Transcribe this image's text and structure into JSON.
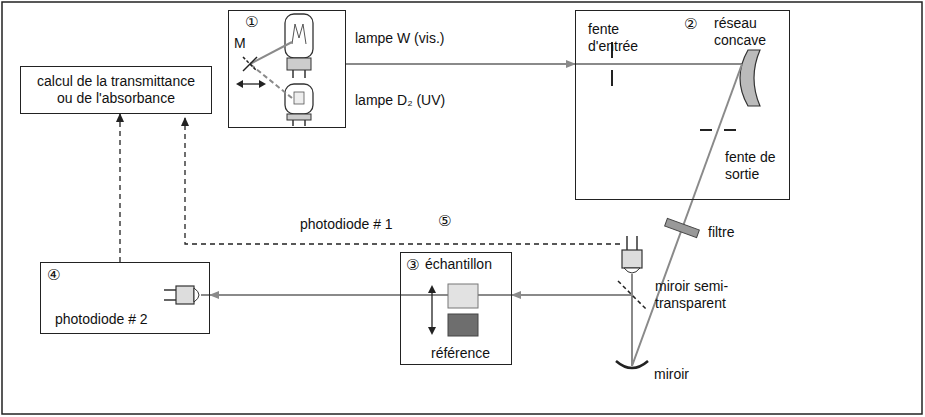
{
  "diagram": {
    "nodes": [
      {
        "text": [
          "①",
          "M"
        ]
      },
      {
        "text": [
          "fente d'entrée",
          "②",
          "réseau concave",
          "fente de sortie"
        ]
      },
      {
        "text": [
          "calcul de la transmittance ou de l'absorbance"
        ]
      },
      {
        "text": [
          "③",
          "échantillon",
          "référence"
        ]
      },
      {
        "text": [
          "④",
          "photodiode # 2"
        ]
      }
    ],
    "edges": [
      {
        "from": 0,
        "to": 1,
        "arrow": "to"
      },
      {
        "from": 1,
        "to": 3,
        "arrow": "to"
      },
      {
        "from": 3,
        "to": 4,
        "arrow": "to"
      },
      {
        "from": 4,
        "to": 2,
        "arrow": "to"
      }
    ],
    "labels": [
      "lampe W (vis.)",
      "lampe D₂ (UV)",
      "photodiode # 1",
      "⑤",
      "filtre",
      "miroir semi-transparent",
      "miroir"
    ]
  }
}
